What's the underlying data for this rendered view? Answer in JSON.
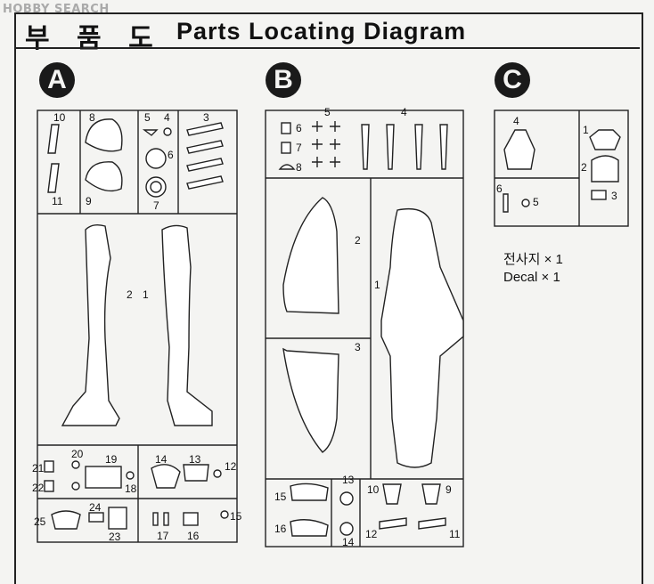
{
  "watermark": "HOBBY SEARCH",
  "header": {
    "title_korean": "부 품 도",
    "title_english": "Parts Locating Diagram"
  },
  "sprues": [
    {
      "letter": "A",
      "parts": [
        "1",
        "2",
        "3",
        "4",
        "5",
        "6",
        "7",
        "8",
        "9",
        "10",
        "11",
        "12",
        "13",
        "14",
        "15",
        "16",
        "17",
        "18",
        "19",
        "20",
        "21",
        "22",
        "23",
        "24",
        "25"
      ]
    },
    {
      "letter": "B",
      "parts": [
        "1",
        "2",
        "3",
        "4",
        "5",
        "6",
        "7",
        "8",
        "9",
        "10",
        "11",
        "12",
        "13",
        "14",
        "15",
        "16"
      ]
    },
    {
      "letter": "C",
      "parts": [
        "1",
        "2",
        "3",
        "4",
        "5",
        "6"
      ]
    }
  ],
  "decal_note": {
    "line1": "전사지 × 1",
    "line2": "Decal × 1"
  }
}
